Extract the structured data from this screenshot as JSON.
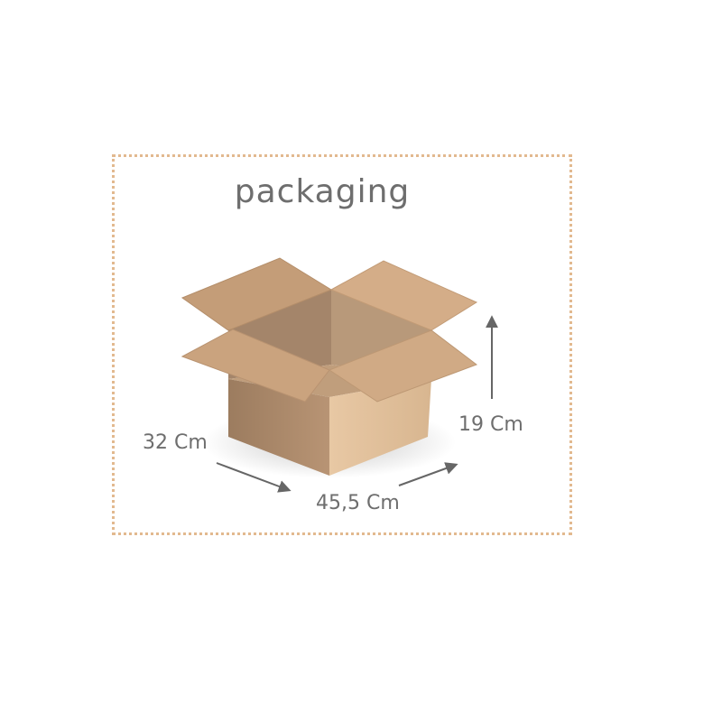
{
  "title": "packaging",
  "dimensions": {
    "depth": "32 Cm",
    "width": "45,5 Cm",
    "height": "19 Cm"
  },
  "colors": {
    "border": "#e2b98f",
    "text": "#6e6e6e",
    "cardboard": "#c8a27d",
    "arrow": "#666666"
  }
}
